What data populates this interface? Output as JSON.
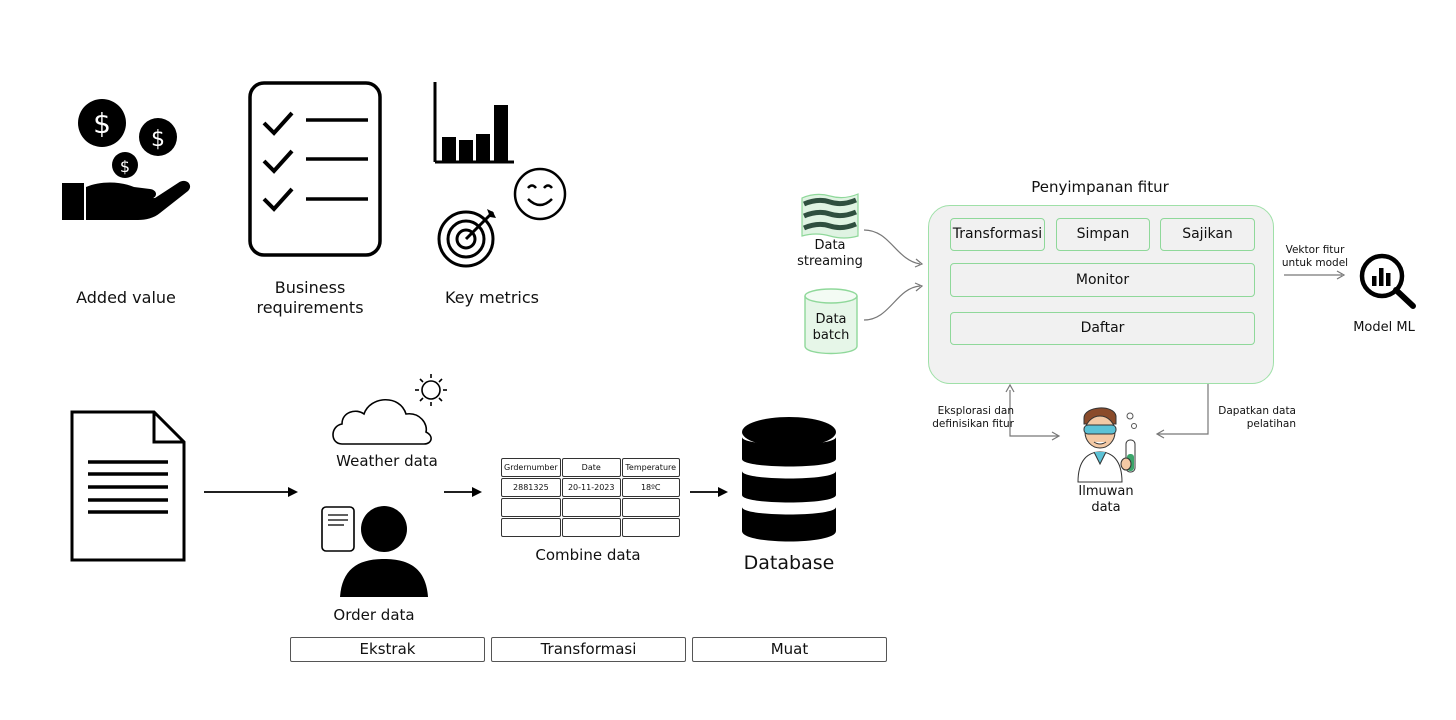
{
  "top_row": {
    "added_value_label": "Added value",
    "business_requirements_label": "Business\nrequirements",
    "key_metrics_label": "Key metrics"
  },
  "etl": {
    "weather_label": "Weather data",
    "order_label": "Order data",
    "combine_label": "Combine data",
    "database_label": "Database",
    "table": {
      "headers": [
        "Grdernumber",
        "Date",
        "Temperature"
      ],
      "rows": [
        [
          "2881325",
          "20-11-2023",
          "18ºC"
        ],
        [
          "",
          "",
          ""
        ],
        [
          "",
          "",
          ""
        ]
      ]
    },
    "steps": [
      "Ekstrak",
      "Transformasi",
      "Muat"
    ]
  },
  "feature_store": {
    "title": "Penyimpanan fitur",
    "buttons": {
      "transform": "Transformasi",
      "store": "Simpan",
      "serve": "Sajikan",
      "monitor": "Monitor",
      "register": "Daftar"
    },
    "streaming_label": "Data\nstreaming",
    "batch_label": "Data\nbatch",
    "vector_label": "Vektor fitur\nuntuk model",
    "model_label": "Model ML",
    "explore_label": "Eksplorasi dan\ndefinisikan fitur",
    "training_label": "Dapatkan data\npelatihan",
    "scientist_label": "Ilmuwan\ndata"
  },
  "colors": {
    "accent_green": "#9fe0a8",
    "panel_bg": "#f1f1f1",
    "streaming_dark": "#2f4f3f"
  }
}
